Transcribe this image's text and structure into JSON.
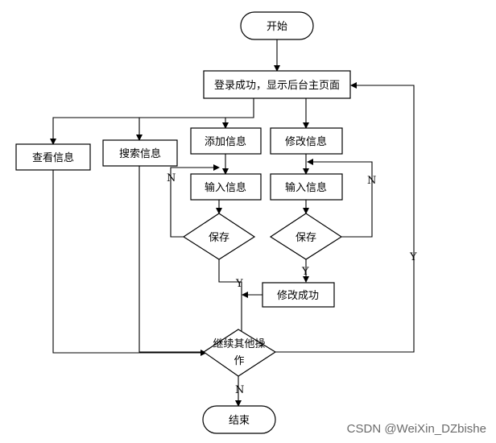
{
  "nodes": {
    "start": "开始",
    "login": "登录成功，显示后台主页面",
    "view": "查看信息",
    "search": "搜索信息",
    "add": "添加信息",
    "modify": "修改信息",
    "input_add": "输入信息",
    "input_modify": "输入信息",
    "save_add": "保存",
    "save_modify": "保存",
    "modify_success": "修改成功",
    "continue_line1": "继续其他操",
    "continue_line2": "作",
    "end": "结束"
  },
  "edge_labels": {
    "save_add_no": "N",
    "save_add_yes": "Y",
    "save_modify_no": "N",
    "save_modify_yes": "Y",
    "continue_no": "N",
    "continue_yes": "Y"
  },
  "watermark": "CSDN @WeiXin_DZbishe"
}
